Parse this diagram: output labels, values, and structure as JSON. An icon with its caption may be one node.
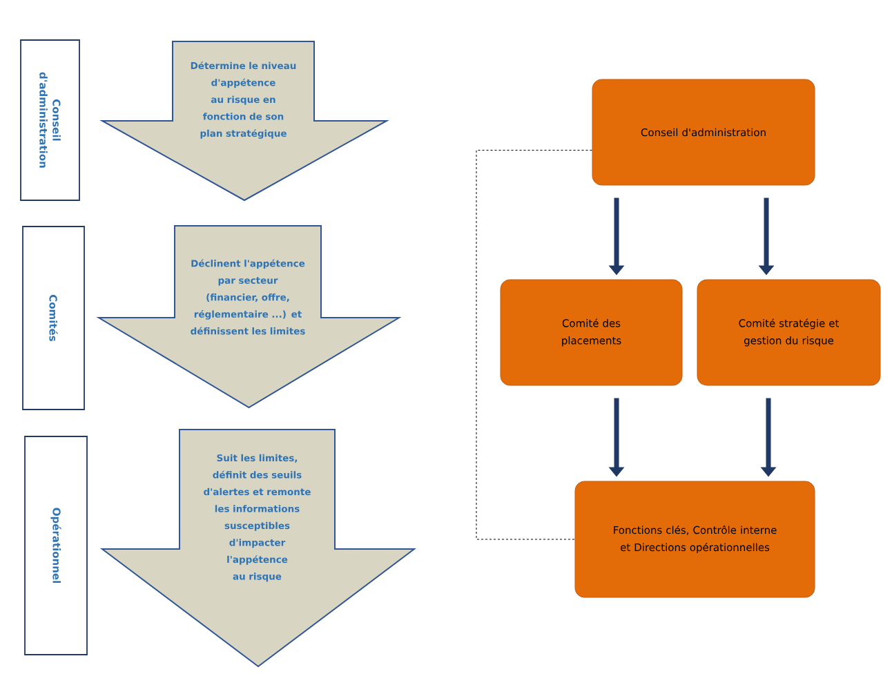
{
  "diagram": {
    "nodes": [
      {
        "text": [
          "Conseil d'administration"
        ]
      },
      {
        "text": [
          "Détermine le niveau d'appétence au risque en fonction de son plan stratégique"
        ]
      },
      {
        "text": [
          "Comités"
        ]
      },
      {
        "text": [
          "Déclinent l'appétence par secteur (financier, offre, réglementaire ...) et définissent les limites"
        ]
      },
      {
        "text": [
          "Opérationnel"
        ]
      },
      {
        "text": [
          "Suit les limites, définit des seuils d'alertes et remonte les informations susceptibles d'impacter l'appétence au risque"
        ]
      },
      {
        "text": [
          "Conseil d'administration"
        ]
      },
      {
        "text": [
          "Comité des placements"
        ]
      },
      {
        "text": [
          "Comité stratégie et gestion du risque"
        ]
      },
      {
        "text": [
          "Fonctions clés, Contrôle interne et Directions opérationnelles"
        ]
      }
    ],
    "edges": [
      {
        "from": 6,
        "to": 7,
        "arrow": "to"
      },
      {
        "from": 6,
        "to": 8,
        "arrow": "to"
      },
      {
        "from": 7,
        "to": 9,
        "arrow": "to"
      },
      {
        "from": 8,
        "to": 9,
        "arrow": "to"
      },
      {
        "from": 6,
        "to": 9,
        "arrow": "none",
        "style": "dashed",
        "color": "#000000"
      }
    ]
  }
}
